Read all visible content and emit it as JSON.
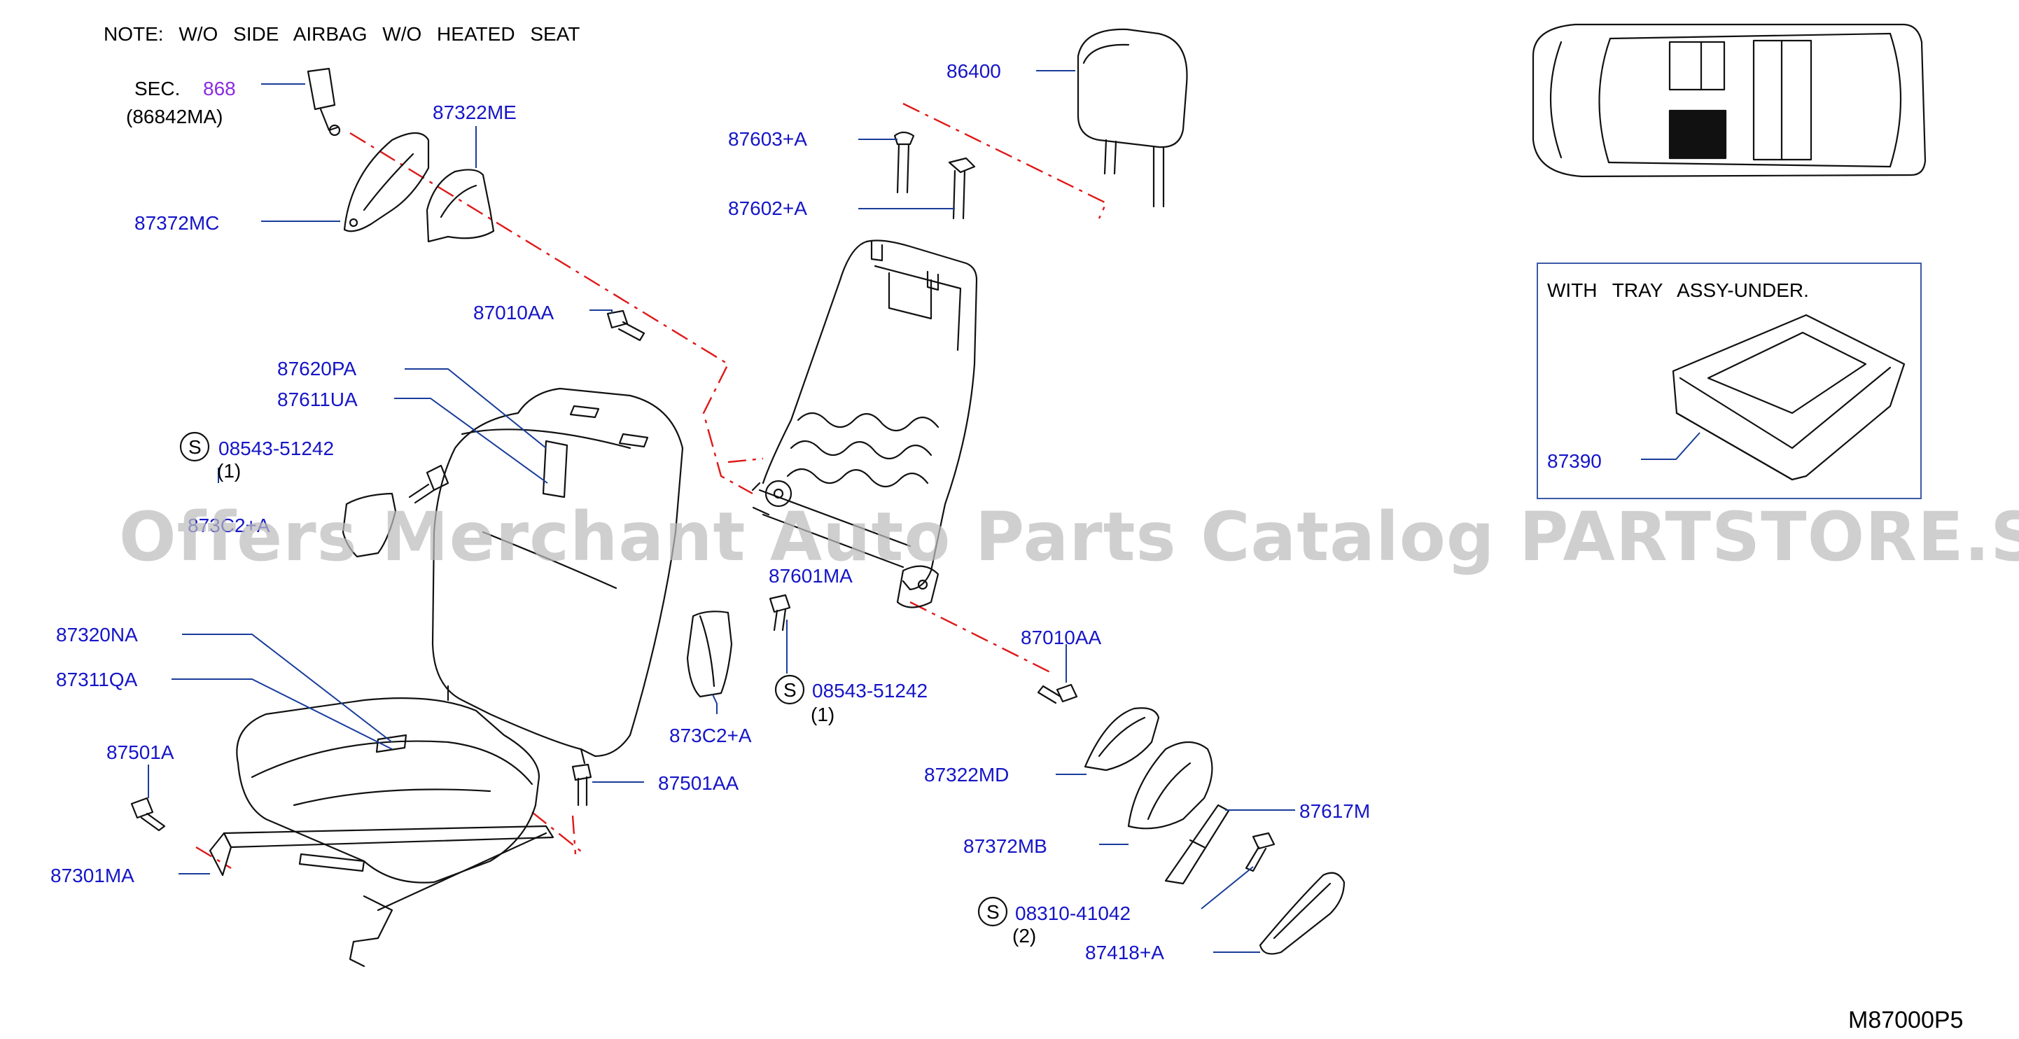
{
  "note": "NOTE:  W/O  SIDE  AIRBAG  W/O  HEATED  SEAT",
  "sec_label": "SEC.",
  "sec_number": "868",
  "sec_ref": "(86842MA)",
  "inset_title": "WITH  TRAY  ASSY-UNDER.",
  "diagram_code": "M87000P5",
  "screw_symbol": "S",
  "watermark": "Offers Merchant Auto Parts Catalog PARTSTORE.SA",
  "labels": {
    "p86400": "86400",
    "p87603a": "87603+A",
    "p87602a": "87602+A",
    "p87322me": "87322ME",
    "p87372mc": "87372MC",
    "p87010aa_top": "87010AA",
    "p87620pa": "87620PA",
    "p87611ua": "87611UA",
    "p08543_top": "08543-51242",
    "q1_top": "(1)",
    "p873c2a_hidden": "873C2+A",
    "p87601ma": "87601MA",
    "p87320na": "87320NA",
    "p87311qa": "87311QA",
    "p873c2a": "873C2+A",
    "p08543_mid": "08543-51242",
    "q1_mid": "(1)",
    "p87010aa_mid": "87010AA",
    "p87501a": "87501A",
    "p87501aa": "87501AA",
    "p87301ma": "87301MA",
    "p87322md": "87322MD",
    "p87617m": "87617M",
    "p87372mb": "87372MB",
    "p08310": "08310-41042",
    "q2": "(2)",
    "p87418a": "87418+A",
    "p87390": "87390"
  },
  "colors": {
    "label": "#1515c8",
    "sec_number": "#8a2be2",
    "leader": "#1a3d9a",
    "centerline": "#e01818",
    "linework": "#111111",
    "watermark": "#bdbdbd"
  }
}
